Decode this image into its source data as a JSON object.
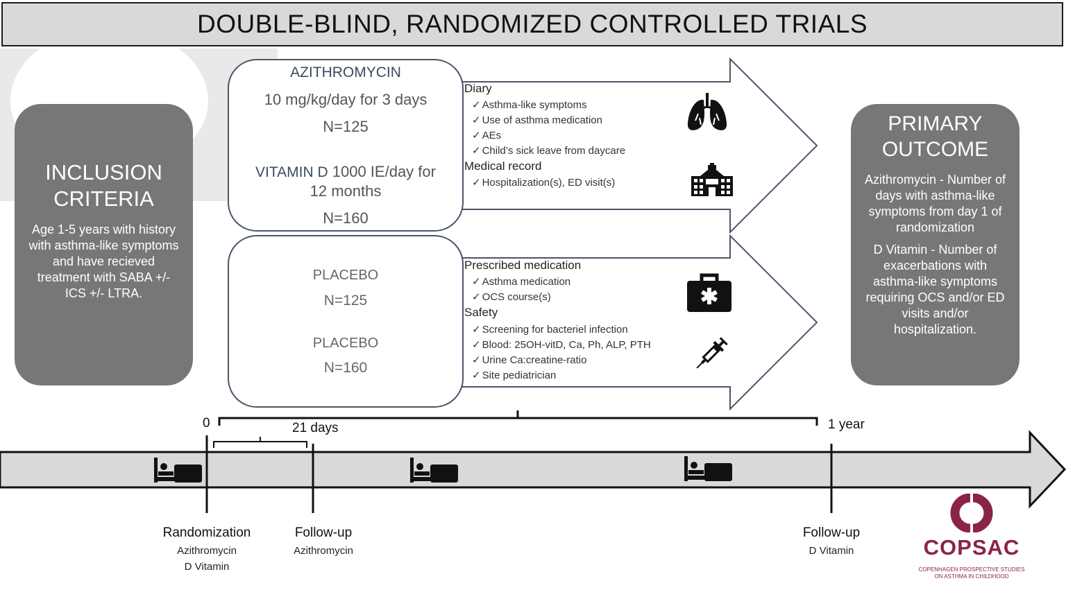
{
  "title": "DOUBLE-BLIND, RANDOMIZED CONTROLLED TRIALS",
  "inclusion": {
    "heading_lines": [
      "INCLUSION",
      "CRITERIA"
    ],
    "body": "Age 1-5 years with history with asthma-like symptoms and have recieved treatment with SABA +/- ICS +/- LTRA."
  },
  "primary_outcome": {
    "heading_lines": [
      "PRIMARY",
      "OUTCOME"
    ],
    "azithro": "Azithromycin - Number of days with asthma-like symptoms from day 1 of randomization",
    "vitd": "D Vitamin - Number of exacerbations with asthma-like symptoms requiring OCS and/or ED visits and/or hospitalization."
  },
  "active_arm": {
    "azithro_name": "AZITHROMYCIN",
    "azithro_dose": "10 mg/kg/day for 3 days",
    "azithro_n": "N=125",
    "vitd_name": "VITAMIN D",
    "vitd_dose_part1": " 1000 IE/day for",
    "vitd_dose_part2": "12 months",
    "vitd_n": "N=160"
  },
  "placebo_arm": {
    "placebo1": "PLACEBO",
    "n1": "N=125",
    "placebo2": "PLACEBO",
    "n2": "N=160"
  },
  "upper_arrow": {
    "diary_heading": "Diary",
    "diary_items": [
      "Asthma-like symptoms",
      "Use of asthma medication",
      "AEs",
      "Child’s sick leave from daycare"
    ],
    "medical_heading": "Medical record",
    "medical_items": [
      "Hospitalization(s), ED visit(s)"
    ],
    "icons": [
      "lungs-icon",
      "hospital-icon"
    ]
  },
  "lower_arrow": {
    "prescribed_heading": "Prescribed medication",
    "prescribed_items": [
      "Asthma medication",
      "OCS course(s)"
    ],
    "safety_heading": "Safety",
    "safety_items": [
      "Screening for bacteriel infection",
      "Blood: 25OH-vitD, Ca, Ph, ALP, PTH",
      "Urine Ca:creatine-ratio",
      "Site pediatrician"
    ],
    "icons": [
      "medical-kit-icon",
      "syringe-icon"
    ]
  },
  "timeline": {
    "start_label": "0",
    "days_label": "21 days",
    "year_label": "1 year",
    "randomization": {
      "title": "Randomization",
      "line1": "Azithromycin",
      "line2": "D Vitamin"
    },
    "followup_azithro": {
      "title": "Follow-up",
      "line1": "Azithromycin"
    },
    "followup_vitd": {
      "title": "Follow-up",
      "line1": "D Vitamin"
    },
    "icons": [
      "bed-icon",
      "bed-icon",
      "bed-icon"
    ]
  },
  "logo": {
    "name": "COPSAC",
    "tagline_lines": [
      "COPENHAGEN PROSPECTIVE STUDIES",
      "ON ASTHMA IN CHILDHOOD"
    ],
    "color": "#8b2346"
  },
  "colors": {
    "box_gray": "#777777",
    "title_bg": "#d9d9d9",
    "arm_text": "#3c4a5f"
  }
}
